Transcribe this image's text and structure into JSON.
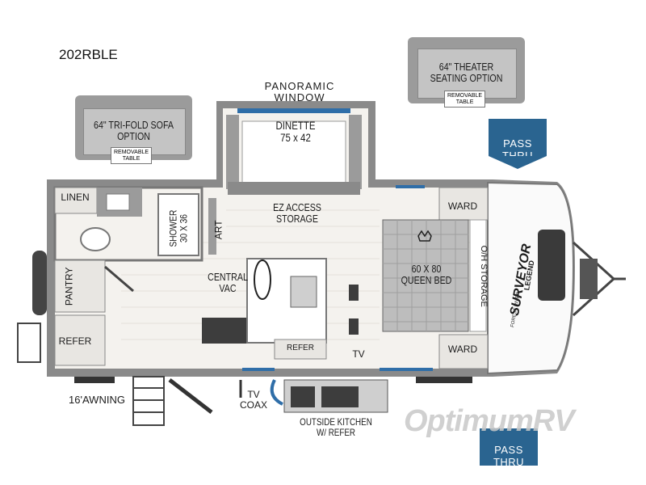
{
  "model": "202RBLE",
  "labels": {
    "panoramic_window": "PANORAMIC WINDOW",
    "theater_seating": "64\" THEATER\nSEATING OPTION",
    "theater_table": "REMOVABLE\nTABLE",
    "trifold_sofa": "64\" TRI-FOLD SOFA\nOPTION",
    "trifold_table": "REMOVABLE\nTABLE",
    "dinette": "DINETTE\n75 x 42",
    "pass_thru_top": "PASS\nTHRU",
    "pass_thru_bottom": "PASS\nTHRU",
    "linen": "LINEN",
    "shower": "SHOWER\n30 X 36",
    "art": "ART",
    "ez_access": "EZ ACCESS\nSTORAGE",
    "ward_top": "WARD",
    "ward_bottom": "WARD",
    "queen_bed": "60 X 80\nQUEEN BED",
    "oh_storage": "O/H STORAGE",
    "pantry": "PANTRY",
    "central_vac": "CENTRAL\nVAC",
    "refer_left": "REFER",
    "refer_mid": "REFER",
    "tv": "TV",
    "awning": "16'AWNING",
    "tv_coax": "TV\nCOAX",
    "outside_kitchen": "OUTSIDE KITCHEN\nW/ REFER",
    "brand": "SURVEYOR",
    "brand_sub": "LEGEND",
    "brand_tag": "FOREST RIVER",
    "watermark": "OptimumRV"
  },
  "colors": {
    "wall": "#8a8a8a",
    "floor": "#f4f2ee",
    "furniture": "#9b9b9b",
    "pass_thru": "#2a6490",
    "accent_blue": "#2f6ea8"
  }
}
